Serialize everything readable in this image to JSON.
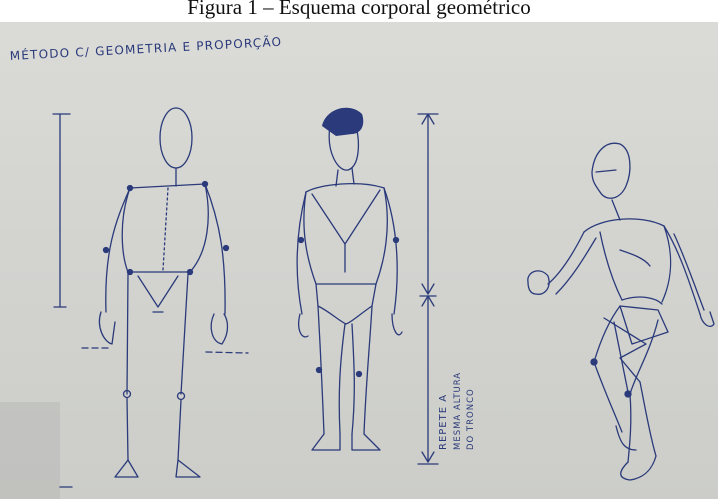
{
  "figure": {
    "caption": "Figura 1 – Esquema corporal geométrico"
  },
  "sketch": {
    "heading": "MÉTODO C/ GEOMETRIA E PROPORÇÃO",
    "annotation_lines": [
      "REPETE A",
      "MESMA ALTURA",
      "DO TRONCO"
    ],
    "ink_color": "#2a3a7a",
    "paper_color": "#d4d5d1"
  }
}
